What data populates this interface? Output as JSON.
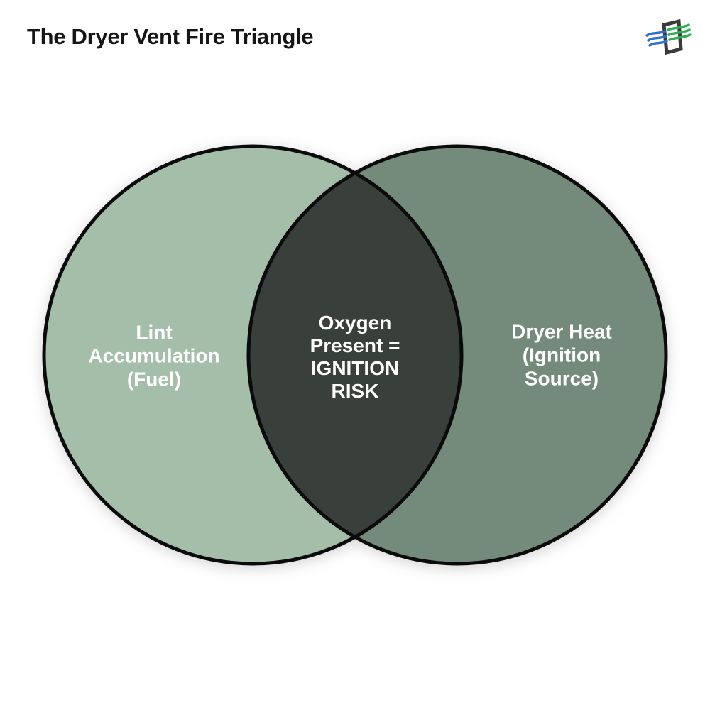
{
  "header": {
    "title": "The Dryer Vent Fire Triangle",
    "title_color": "#151515",
    "logo": {
      "name": "dryer-vent-airflow-logo",
      "frame_color": "#3b3b3b",
      "intake_air_color": "#2e6fce",
      "exhaust_air_color": "#2fae52"
    }
  },
  "background_color": "#ffffff",
  "venn": {
    "label_text_color": "#ffffff",
    "stroke_color": "#0b0b0b",
    "left_circle": {
      "label": "Lint Accumulation (Fuel)",
      "lines": [
        "Lint",
        "Accumulation",
        "(Fuel)"
      ],
      "fill": "#a4bea9"
    },
    "right_circle": {
      "label": "Dryer Heat (Ignition Source)",
      "lines": [
        "Dryer Heat",
        "(Ignition",
        "Source)"
      ],
      "fill": "#748a7a"
    },
    "overlap": {
      "label": "Oxygen Present = IGNITION RISK",
      "lines": [
        "Oxygen",
        "Present =",
        "IGNITION",
        "RISK"
      ],
      "fill": "#39403c"
    }
  }
}
